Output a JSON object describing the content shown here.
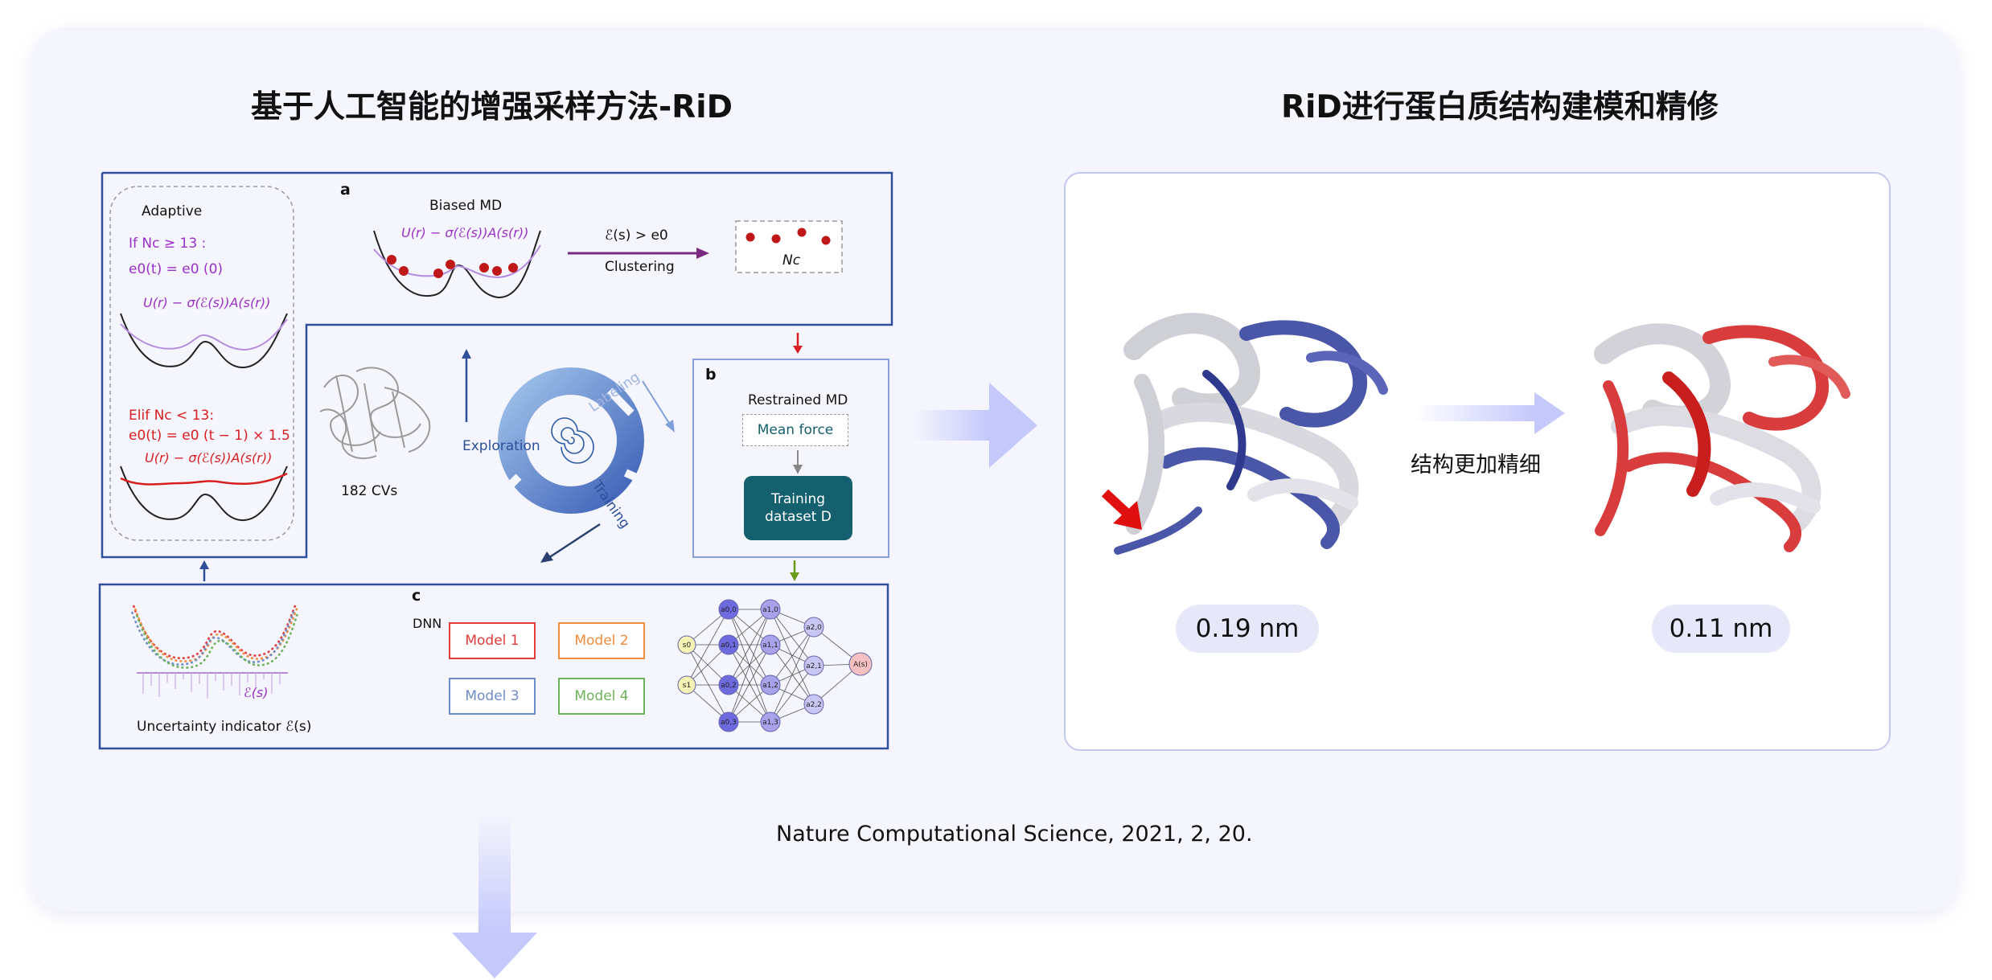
{
  "left_title": "基于人工智能的增强采样方法-RiD",
  "right_title": "RiD进行蛋白质结构建模和精修",
  "citation": "Nature Computational Science, 2021, 2, 20.",
  "diagram": {
    "adaptive": {
      "title": "Adaptive",
      "cond1_line1": "If Nc ≥ 13 :",
      "cond1_line2": "e0(t) = e0 (0)",
      "cond1_formula": "U(r) − σ(ℰ(s))A(s(r))",
      "cond2_line1": "Elif Nc < 13:",
      "cond2_line2": "e0(t) = e0 (t − 1) × 1.5",
      "cond2_formula": "U(r) − σ(ℰ(s))A(s(r))"
    },
    "panel_a": {
      "letter": "a",
      "biased_md": "Biased MD",
      "formula": "U(r) − σ(ℰ(s))A(s(r))",
      "condition": "ℰ(s) > e0",
      "clustering": "Clustering",
      "nc": "Nc"
    },
    "cycle": {
      "cvs": "182 CVs",
      "exploration": "Exploration",
      "labeling": "Labeling",
      "training": "Training"
    },
    "panel_b": {
      "letter": "b",
      "restrained_md": "Restrained MD",
      "mean_force": "Mean force",
      "dataset_line1": "Training",
      "dataset_line2": "dataset D"
    },
    "panel_c": {
      "letter": "c",
      "dnn": "DNN",
      "models": [
        {
          "label": "Model 1",
          "color": "#e03a3a"
        },
        {
          "label": "Model 2",
          "color": "#f08c3c"
        },
        {
          "label": "Model 3",
          "color": "#6e8cc8"
        },
        {
          "label": "Model 4",
          "color": "#6cb25a"
        }
      ],
      "uncertainty_label": "Uncertainty indicator ℰ(s)",
      "es_label": "ℰ(s)",
      "network": {
        "inputs": [
          "s0",
          "s1"
        ],
        "layer1": [
          "a0,0",
          "a0,1",
          "a0,2",
          "a0,3"
        ],
        "layer2": [
          "a1,0",
          "a1,1",
          "a1,2",
          "a1,3"
        ],
        "layer3": [
          "a2,0",
          "a2,1",
          "a2,2"
        ],
        "output": "A(s)"
      }
    }
  },
  "structures": {
    "before_rmsd": "0.19 nm",
    "after_rmsd": "0.11 nm",
    "arrow_caption": "结构更加精细"
  },
  "colors": {
    "accent_blue": "#2f4f9a",
    "purple": "#9b30c8",
    "red": "#d81e1e",
    "teal": "#15606f",
    "arrow_light": "#c4c8fb"
  }
}
